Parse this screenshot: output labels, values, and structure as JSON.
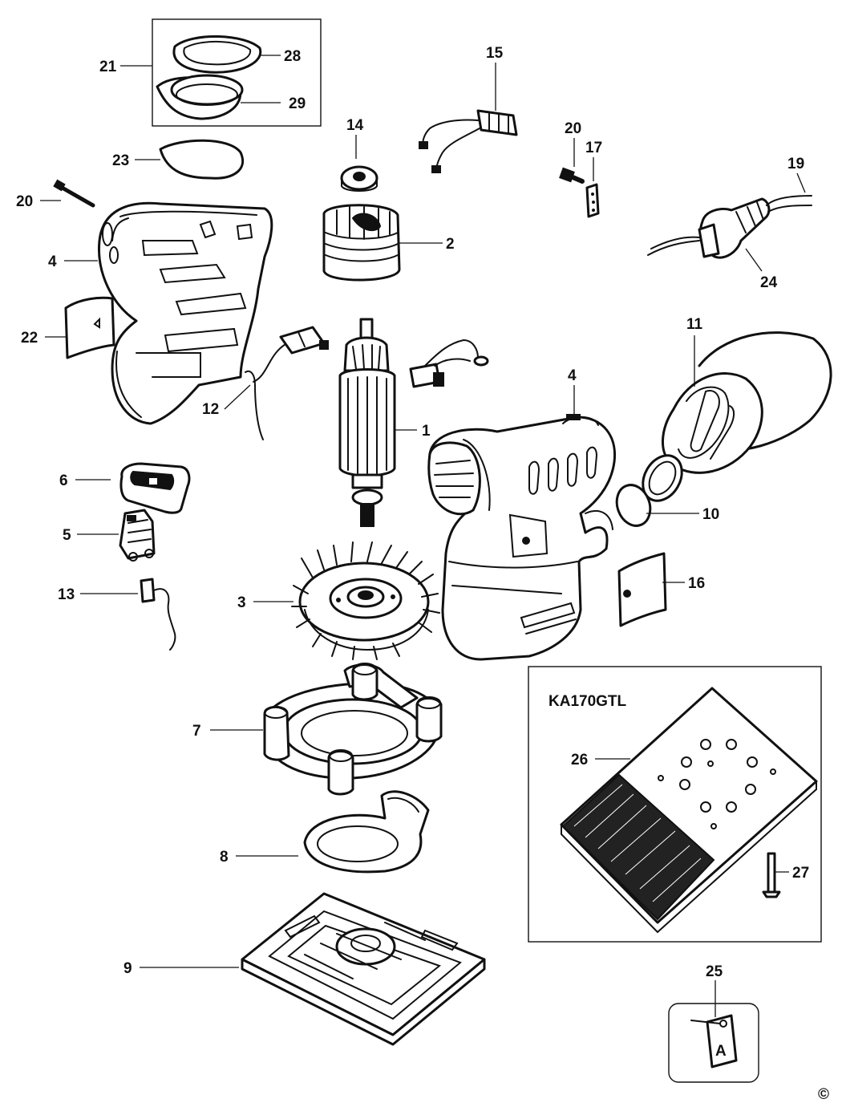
{
  "kit_title": "KA170GTL",
  "copyright": "©",
  "tag_letter": "A",
  "callouts": [
    {
      "id": "c28",
      "num": "28"
    },
    {
      "id": "c21",
      "num": "21"
    },
    {
      "id": "c29",
      "num": "29"
    },
    {
      "id": "c15",
      "num": "15"
    },
    {
      "id": "c14",
      "num": "14"
    },
    {
      "id": "c23",
      "num": "23"
    },
    {
      "id": "c20a",
      "num": "20"
    },
    {
      "id": "c17",
      "num": "17"
    },
    {
      "id": "c19",
      "num": "19"
    },
    {
      "id": "c20b",
      "num": "20"
    },
    {
      "id": "c2",
      "num": "2"
    },
    {
      "id": "c4a",
      "num": "4"
    },
    {
      "id": "c24",
      "num": "24"
    },
    {
      "id": "c22",
      "num": "22"
    },
    {
      "id": "c11",
      "num": "11"
    },
    {
      "id": "c4b",
      "num": "4"
    },
    {
      "id": "c12",
      "num": "12"
    },
    {
      "id": "c1",
      "num": "1"
    },
    {
      "id": "c6",
      "num": "6"
    },
    {
      "id": "c10",
      "num": "10"
    },
    {
      "id": "c5",
      "num": "5"
    },
    {
      "id": "c16",
      "num": "16"
    },
    {
      "id": "c13",
      "num": "13"
    },
    {
      "id": "c3",
      "num": "3"
    },
    {
      "id": "c7",
      "num": "7"
    },
    {
      "id": "c26",
      "num": "26"
    },
    {
      "id": "c8",
      "num": "8"
    },
    {
      "id": "c27",
      "num": "27"
    },
    {
      "id": "c9",
      "num": "9"
    },
    {
      "id": "c25",
      "num": "25"
    }
  ]
}
